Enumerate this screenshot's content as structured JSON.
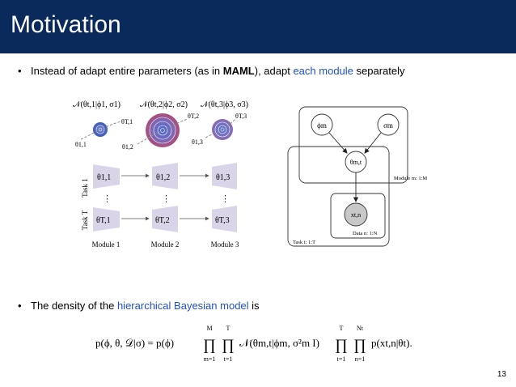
{
  "slide": {
    "title": "Motivation",
    "page_number": "13",
    "accent_color": "#0a2a5c",
    "highlight_color": "#1f4fd1"
  },
  "bullet1": {
    "before": "Instead of adapt entire parameters (as in ",
    "bold": "MAML",
    "middle": "), adapt ",
    "highlight": "each module",
    "after": " separately"
  },
  "bullet2": {
    "before": "The density of the ",
    "highlight": "hierarchical Bayesian model",
    "after": " is"
  },
  "left_figure": {
    "dist_labels": [
      "𝒩(θt,1|ϕ1, σ1)",
      "𝒩(θt,2|ϕ2, σ2)",
      "𝒩(θt,3|ϕ3, σ3)"
    ],
    "theta_T": [
      "θT,1",
      "θT,2",
      "θT,3"
    ],
    "theta_1": [
      "θ1,1",
      "θ1,2",
      "θ1,3"
    ],
    "row_labels": [
      "Task 1",
      "Task T"
    ],
    "task1_cells": [
      "θ1,1",
      "θ1,2",
      "θ1,3"
    ],
    "taskT_cells": [
      "θT,1",
      "θT,2",
      "θT,3"
    ],
    "modules": [
      "Module 1",
      "Module 2",
      "Module 3"
    ],
    "dots": "⋮"
  },
  "graphical_model": {
    "nodes": {
      "phi": "ϕm",
      "sigma": "σm",
      "theta": "θm,t",
      "x": "xt,n"
    },
    "plates": {
      "module": "Module m: 1:M",
      "data": "Data n: 1:N",
      "task": "Task t: 1:T"
    }
  },
  "equation": {
    "lhs": "p(ϕ, θ, 𝒟|σ) = p(ϕ)",
    "prod1_top": "M",
    "prod1_bottom": "m=1",
    "prod2_top": "T",
    "prod2_bottom": "t=1",
    "normal_term": "𝒩(θm,t|ϕm, σ²m I)",
    "prod3_top": "T",
    "prod3_bottom": "t=1",
    "prod4_top": "Nt",
    "prod4_bottom": "n=1",
    "likelihood": "p(xt,n|θt)."
  }
}
